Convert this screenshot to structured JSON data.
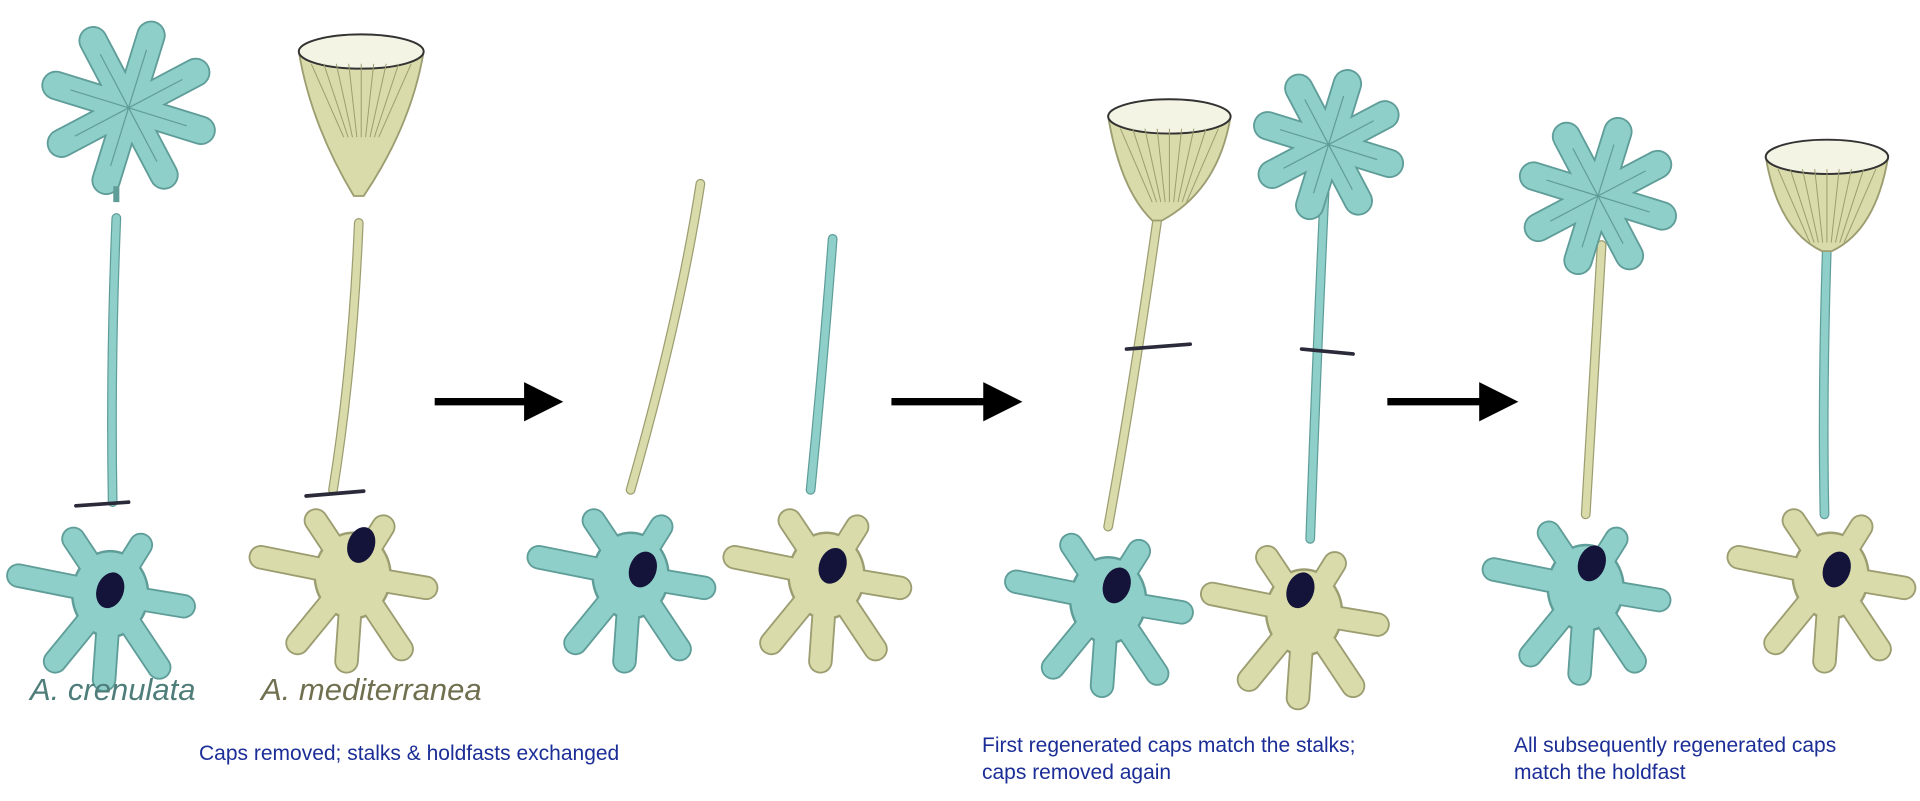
{
  "species": {
    "crenulata": "A. crenulata",
    "mediterranea": "A. mediterranea"
  },
  "captions": {
    "step1": "Caps removed; stalks & holdfasts exchanged",
    "step2_line1": "First regenerated caps match the stalks;",
    "step2_line2": "caps removed again",
    "step3_line1": "All subsequently regenerated caps",
    "step3_line2": "match the holdfast"
  },
  "colors": {
    "crenulata": "#8fcfca",
    "crenulata_outline": "#5f9d99",
    "mediterranea": "#d9dbaa",
    "mediterranea_outline": "#9c9d70",
    "nucleus": "#14143a",
    "cut_line": "#2a2a3a",
    "arrow": "#000000",
    "crenulata_label": "#4f7d7a",
    "mediterranea_label": "#707050",
    "caption_text": "#1b2d96"
  }
}
